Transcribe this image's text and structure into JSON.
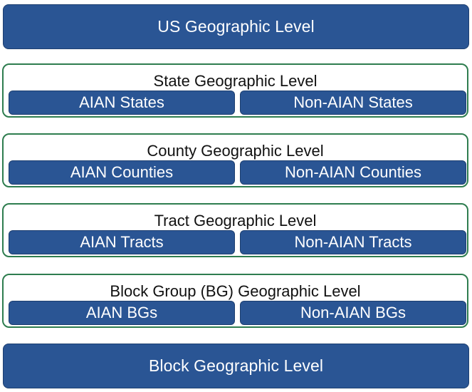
{
  "diagram": {
    "top_level": "US Geographic Level",
    "levels": [
      {
        "title": "State Geographic Level",
        "aian": "AIAN States",
        "non_aian": "Non-AIAN States"
      },
      {
        "title": "County Geographic Level",
        "aian": "AIAN Counties",
        "non_aian": "Non-AIAN Counties"
      },
      {
        "title": "Tract Geographic Level",
        "aian": "AIAN Tracts",
        "non_aian": "Non-AIAN Tracts"
      },
      {
        "title": "Block Group (BG) Geographic Level",
        "aian": "AIAN BGs",
        "non_aian": "Non-AIAN BGs"
      }
    ],
    "bottom_level": "Block Geographic Level"
  },
  "colors": {
    "box_fill": "#2a5594",
    "group_border": "#2e7d4f",
    "text_on_box": "#ffffff",
    "text_title": "#111111"
  }
}
